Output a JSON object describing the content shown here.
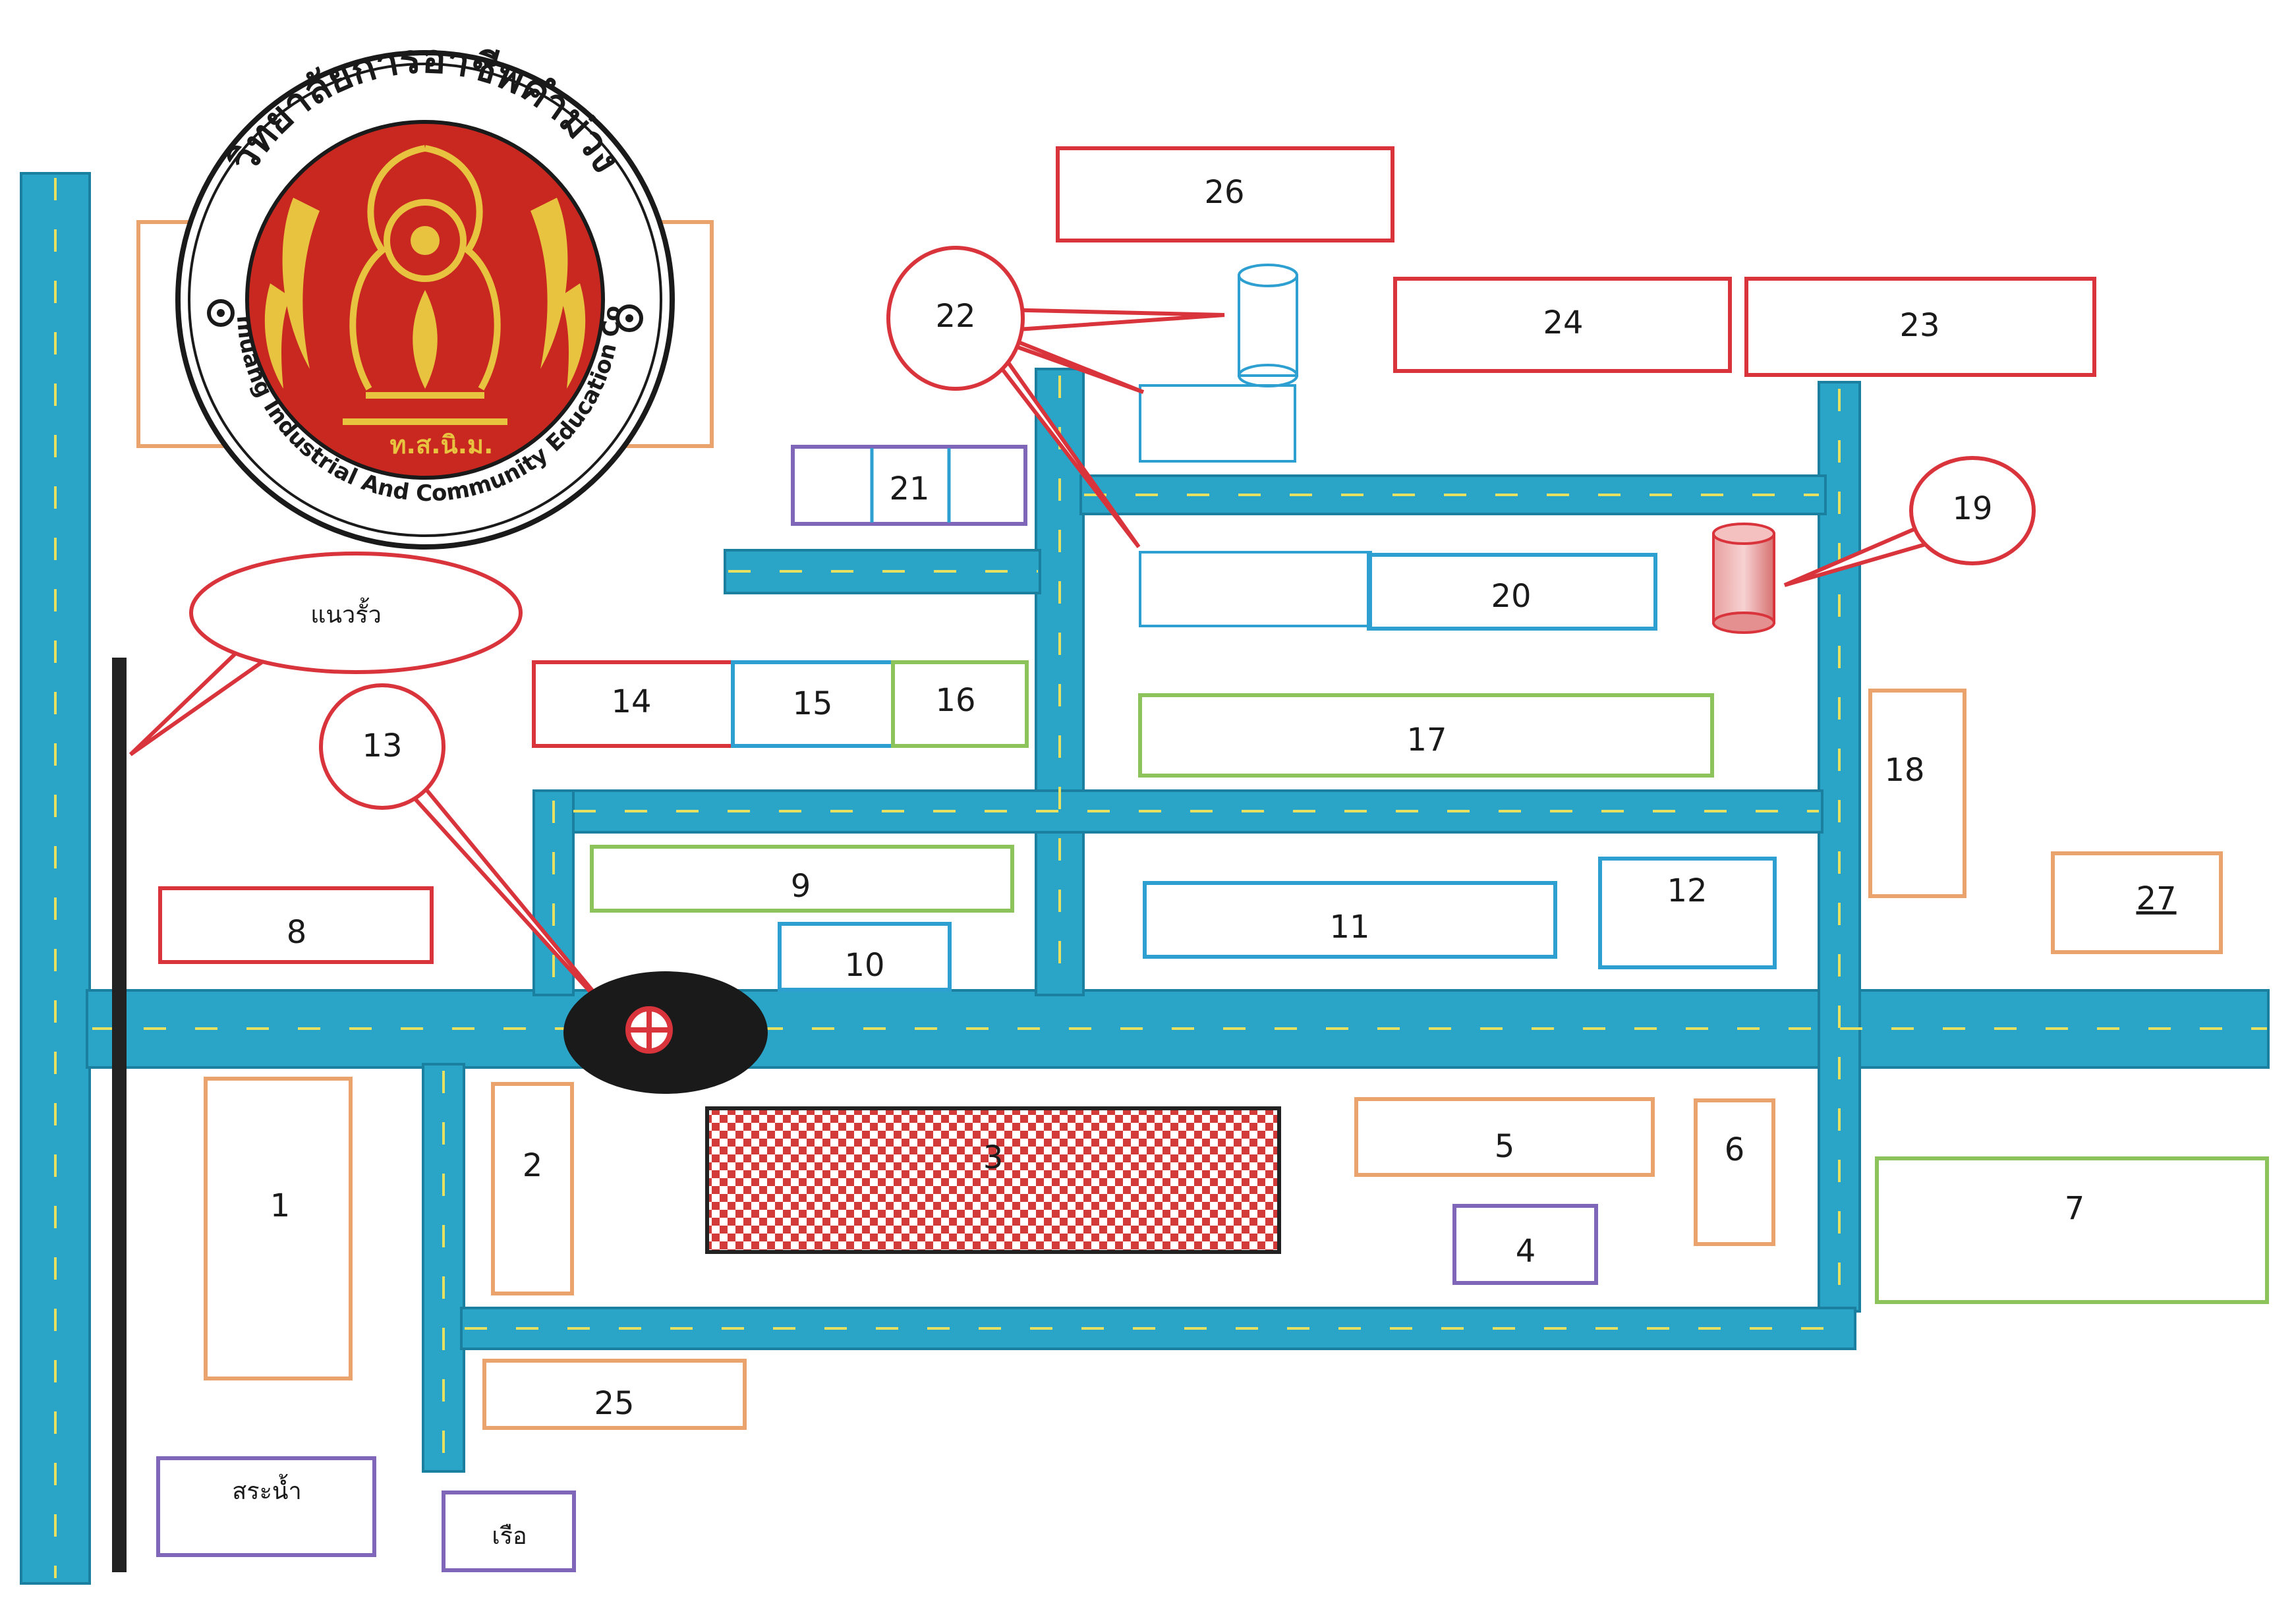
{
  "colors": {
    "road": "#2aa5c8",
    "road_edge": "#1b7fa0",
    "road_dash": "#e8e060",
    "fence": "#222222",
    "red": "#d9343c",
    "orange": "#eba36e",
    "blue": "#2d9fd0",
    "green": "#8dc35b",
    "purple": "#7f66b8",
    "logo_red": "#c8281f",
    "logo_gold": "#e7c340",
    "checker": "#d33a3a"
  },
  "logo": {
    "icon": "college-emblem-icon",
    "thai_name": "วิทยาลัยการอาชีพคำม่วง",
    "english_name": "Khammuang Industrial And Community Education College",
    "abbreviation": "ท.ส.นิ.ม."
  },
  "labels": {
    "b1": "1",
    "b2": "2",
    "b3": "3",
    "b4": "4",
    "b5": "5",
    "b6": "6",
    "b7": "7",
    "b8": "8",
    "b9": "9",
    "b10": "10",
    "b11": "11",
    "b12": "12",
    "b13": "13",
    "b14": "14",
    "b15": "15",
    "b16": "16",
    "b17": "17",
    "b18": "18",
    "b19": "19",
    "b20": "20",
    "b21": "21",
    "b22": "22",
    "b23": "23",
    "b24": "24",
    "b25": "25",
    "b26": "26",
    "b27": "27",
    "fence": "แนวรั้ว",
    "pond": "สระน้ำ",
    "boat": "เรือ"
  },
  "icons": {
    "water_tank": "water-tank-icon",
    "red_tank": "red-tank-icon",
    "crossing": "crosshair-marker-icon"
  }
}
